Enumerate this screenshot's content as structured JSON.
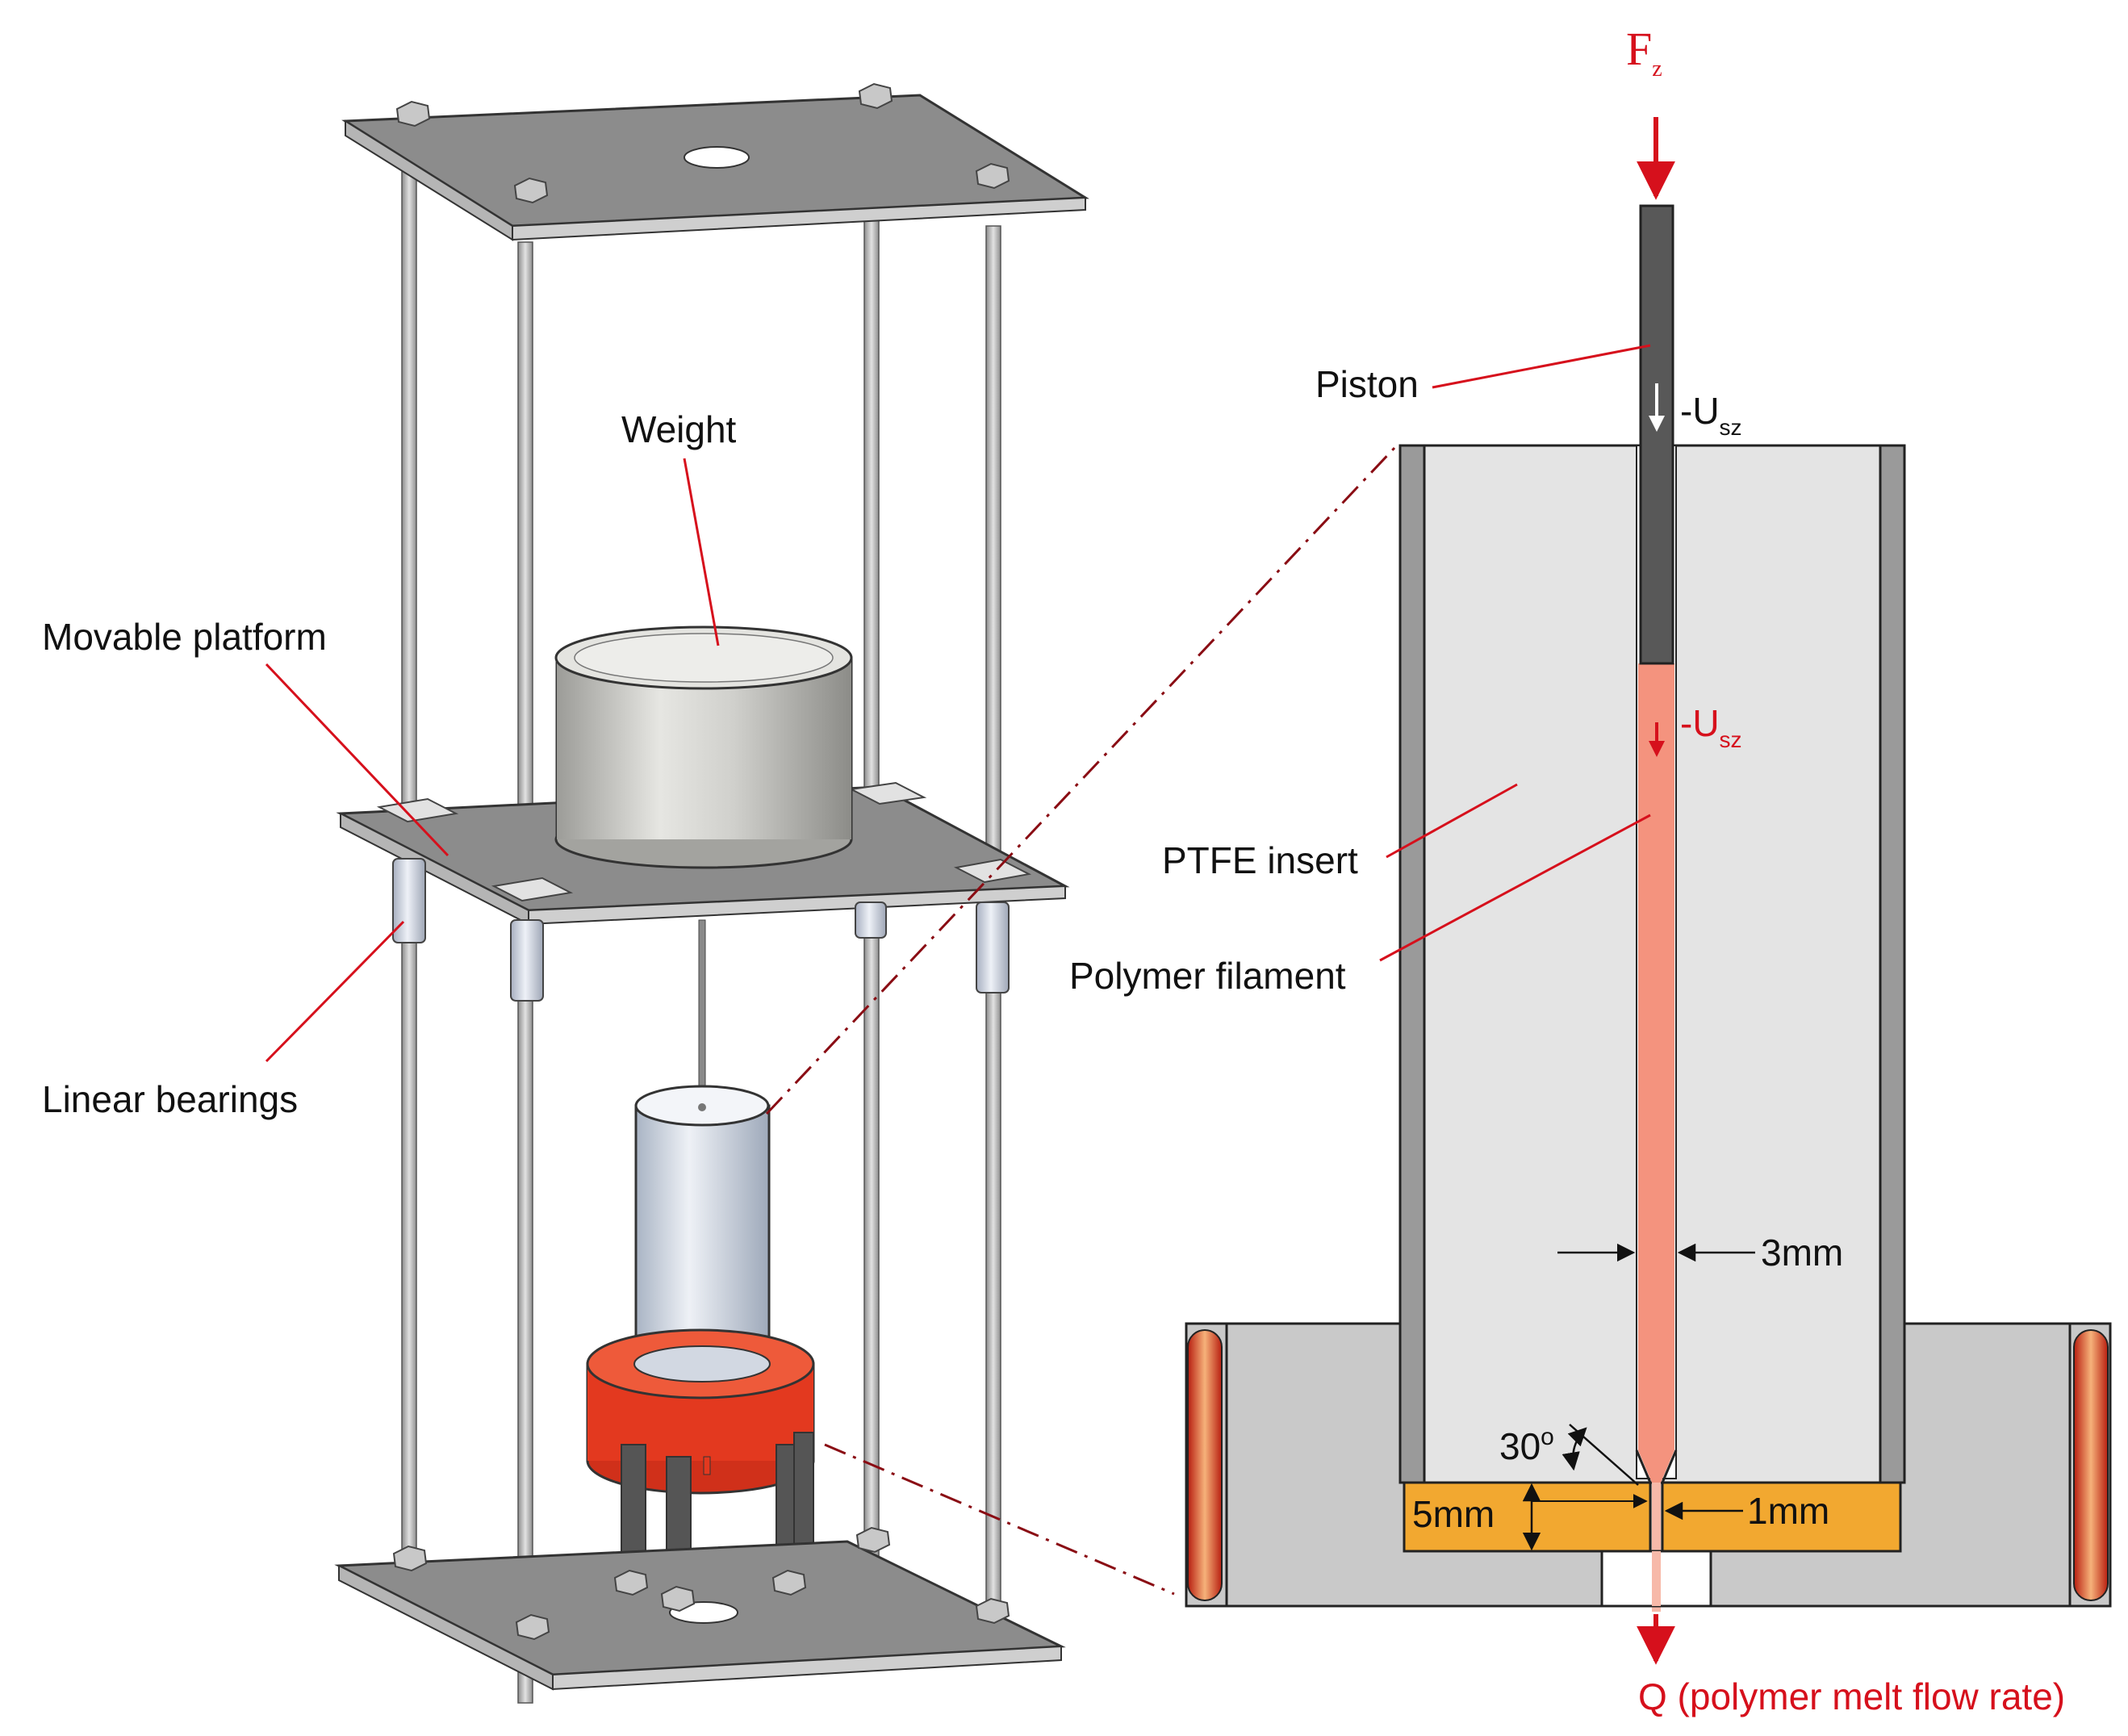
{
  "labels": {
    "weight": "Weight",
    "movable_platform": "Movable platform",
    "linear_bearings": "Linear bearings",
    "piston": "Piston",
    "ptfe_insert": "PTFE insert",
    "polymer_filament": "Polymer filament",
    "force_main": "F",
    "force_sub": "z",
    "velocity_main": "-U",
    "velocity_sub": "sz",
    "dim_3mm": "3mm",
    "dim_5mm": "5mm",
    "dim_1mm": "1mm",
    "angle_main": "30",
    "angle_sup": "o",
    "flow_rate": "Q (polymer melt flow rate)"
  },
  "colors": {
    "leader": "#d6101c",
    "plate": "#8a8a8a",
    "heater": "#e3391f",
    "insert": "#e4e4e4",
    "sleeve": "#9a9a9a",
    "filament": "#f4937e",
    "nozzle": "#f2a830",
    "block": "#c9c9c9",
    "piston": "#585858"
  }
}
